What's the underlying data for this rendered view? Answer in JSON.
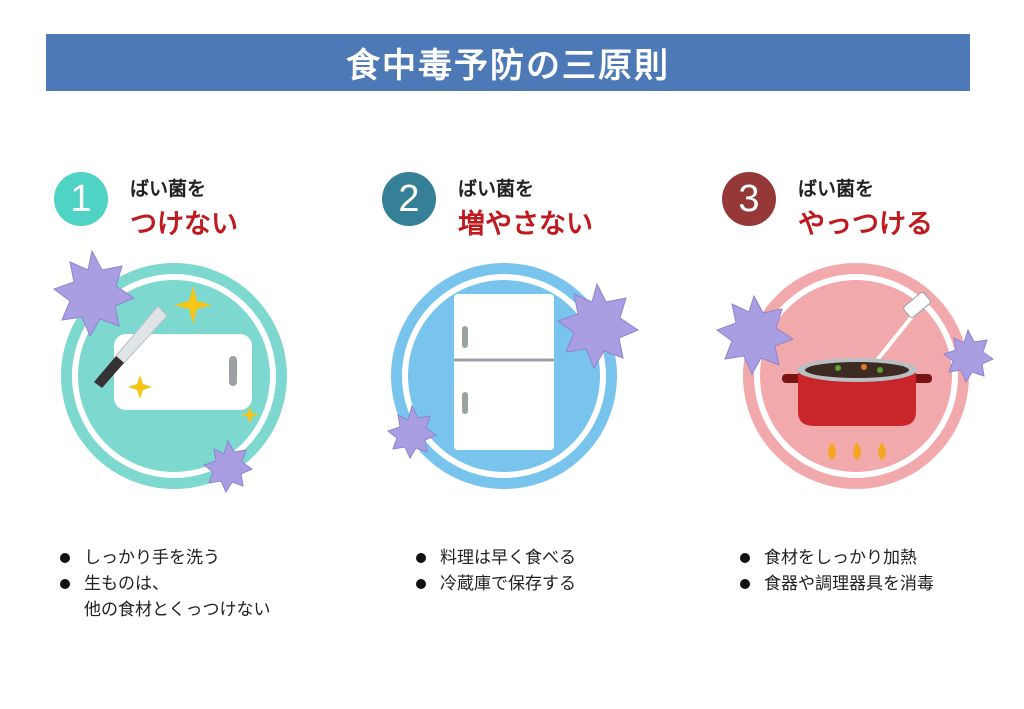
{
  "title": "食中毒予防の三原則",
  "principles": [
    {
      "number": "1",
      "subtitle": "ばい菌を",
      "heading": "つけない",
      "badge_color": "#4fd3c4",
      "ring_color": "#7dd8cf",
      "bullets": [
        "しっかり手を洗う",
        "生ものは、",
        "他の食材とくっつけない"
      ]
    },
    {
      "number": "2",
      "subtitle": "ばい菌を",
      "heading": "増やさない",
      "badge_color": "#357f97",
      "ring_color": "#79c4ec",
      "bullets": [
        "料理は早く食べる",
        "冷蔵庫で保存する"
      ]
    },
    {
      "number": "3",
      "subtitle": "ばい菌を",
      "heading": "やっつける",
      "badge_color": "#963838",
      "ring_color": "#f2a9ab",
      "bullets": [
        "食材をしっかり加熱",
        "食器や調理器具を消毒"
      ]
    }
  ],
  "icons": [
    "knife-icon",
    "cutting-board-icon",
    "sparkle-icon",
    "germ-icon",
    "refrigerator-icon",
    "pot-icon",
    "thermometer-icon",
    "flame-icon"
  ],
  "colors": {
    "banner": "#4d7ab6",
    "heading_red": "#c01a1f",
    "germ": "#a99ee2"
  }
}
